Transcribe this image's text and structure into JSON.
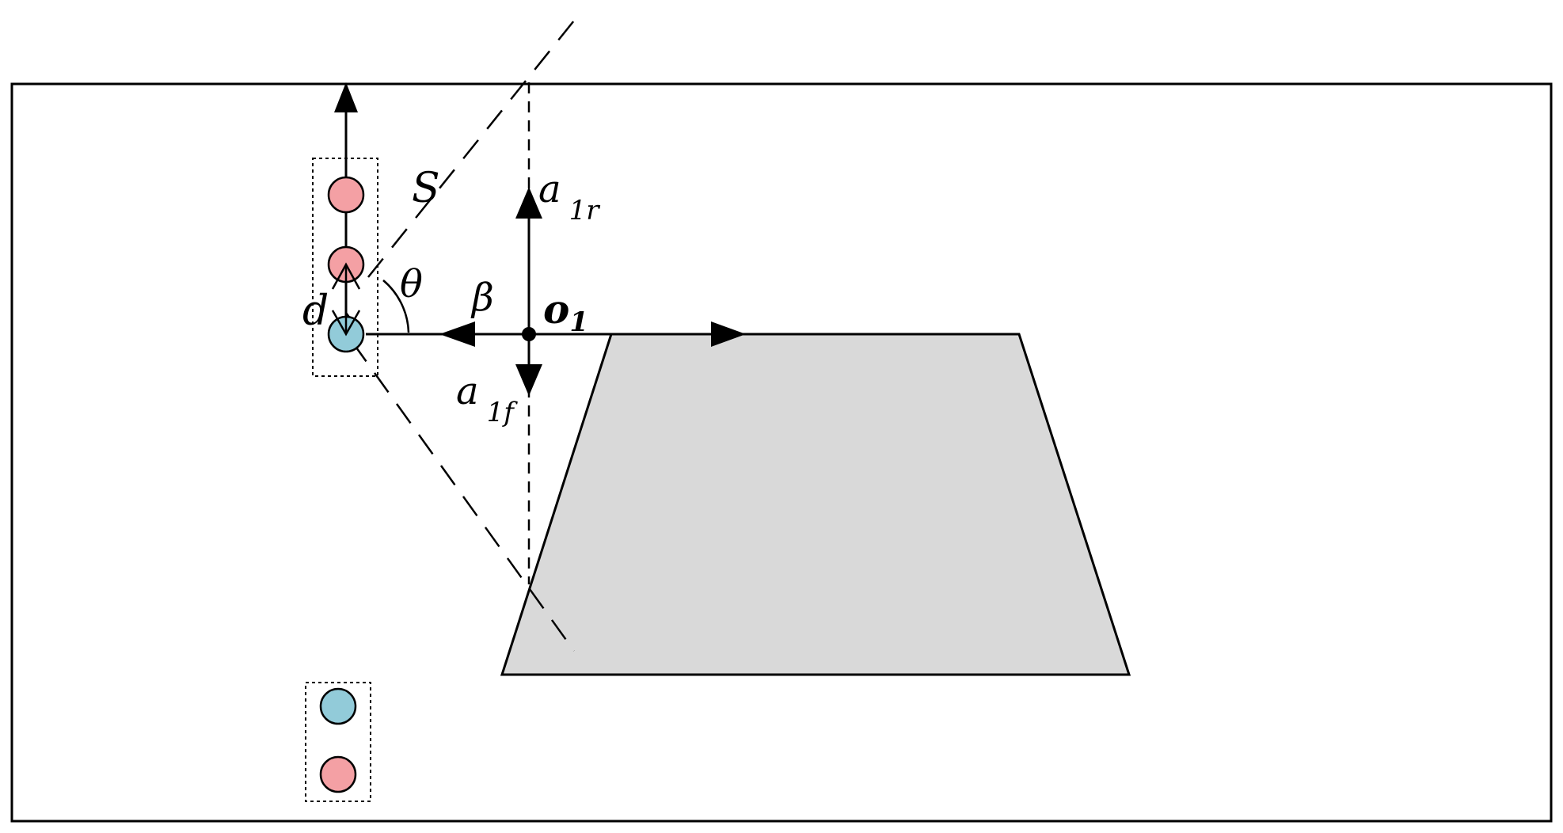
{
  "labels": {
    "s": "S",
    "theta": "θ",
    "beta": "β",
    "d": "d",
    "o_main": "o",
    "o_sub": "1",
    "a_r_main": "a",
    "a_r_sub": "1r",
    "a_f_main": "a",
    "a_f_sub": "1f"
  },
  "colors": {
    "line": "#000000",
    "red_light": "#f4a0a4",
    "blue_light": "#92cbd9",
    "trapezoid_fill": "#d9d9d9",
    "background": "#ffffff"
  }
}
